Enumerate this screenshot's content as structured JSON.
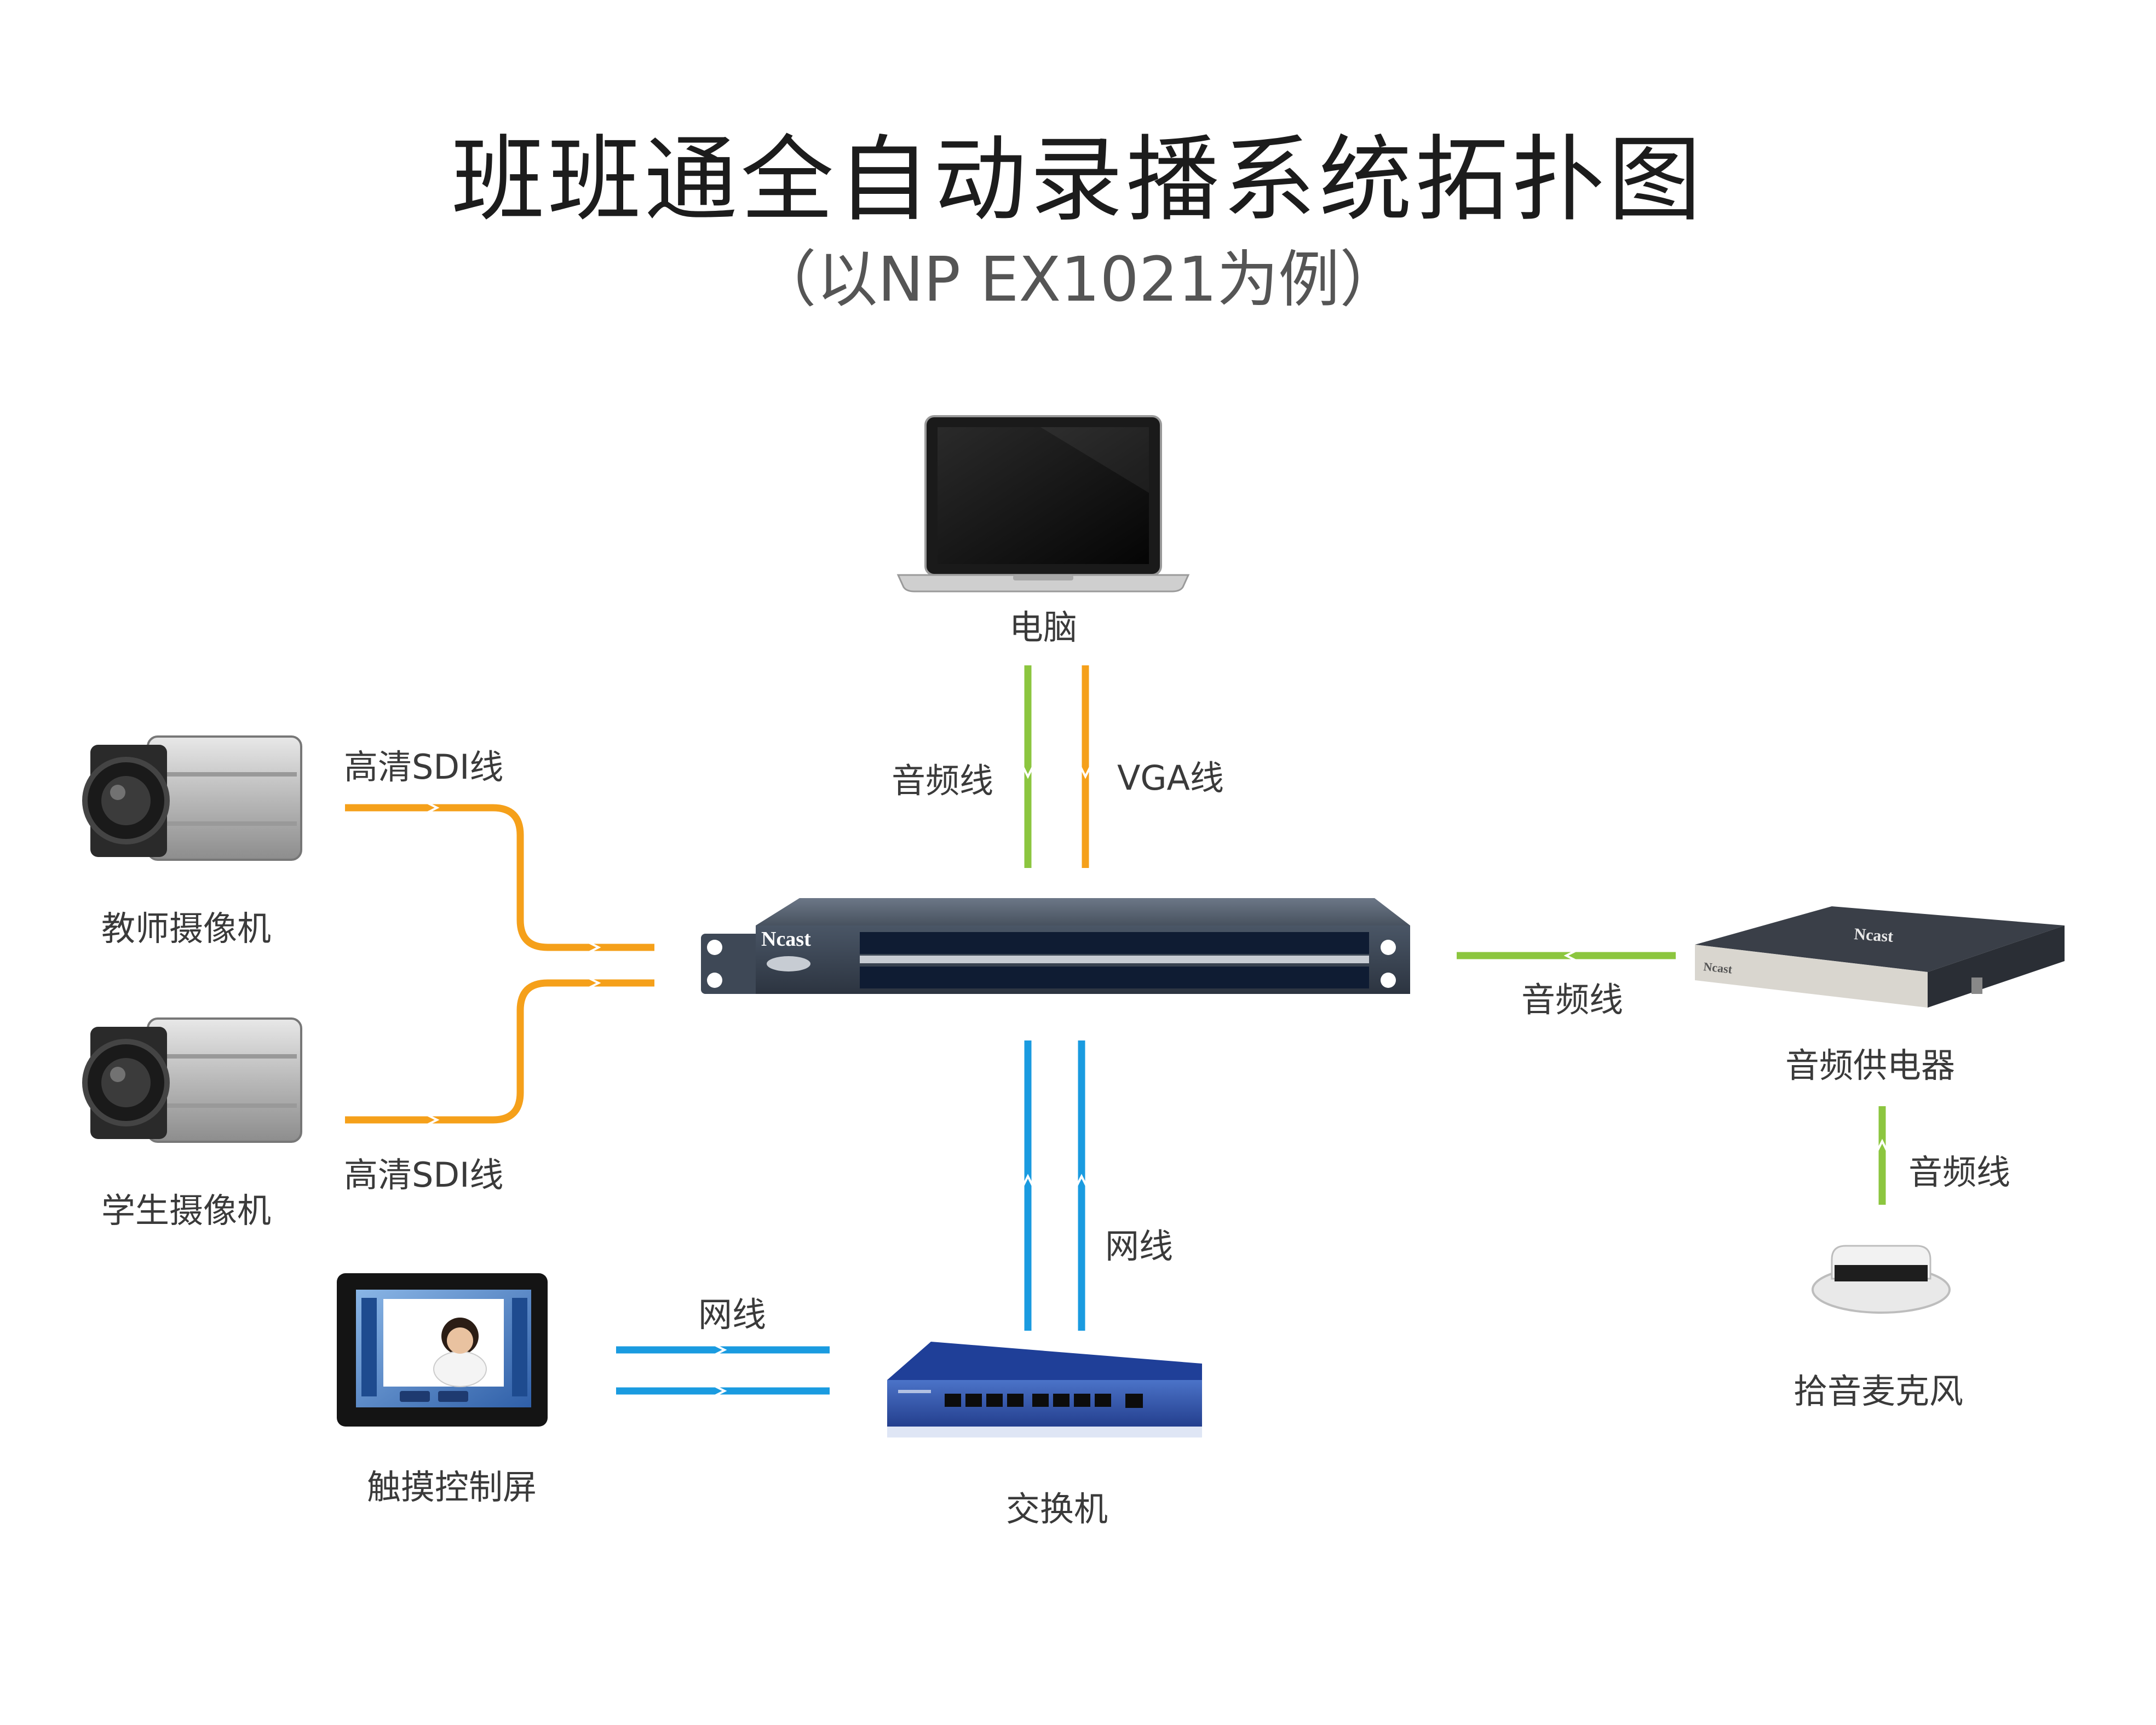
{
  "title": "班班通全自动录播系统拓扑图",
  "subtitle": "（以NP EX1021为例）",
  "brand": "Ncast",
  "colors": {
    "hdmi_sdi": "#f5a01a",
    "audio": "#8cc63f",
    "vga": "#f5a01a",
    "network": "#1a9be0",
    "text": "#333333"
  },
  "devices": {
    "laptop": {
      "label": "电脑",
      "icon": "laptop-icon"
    },
    "teacher_camera": {
      "label": "教师摄像机",
      "icon": "camera-icon"
    },
    "student_camera": {
      "label": "学生摄像机",
      "icon": "camera-icon"
    },
    "recorder": {
      "icon": "rack-recorder-icon",
      "brand": "Ncast"
    },
    "audio_power": {
      "label": "音频供电器",
      "icon": "audio-power-icon",
      "brand": "Ncast"
    },
    "microphone": {
      "label": "拾音麦克风",
      "icon": "microphone-icon"
    },
    "touch_panel": {
      "label": "触摸控制屏",
      "icon": "touch-panel-icon"
    },
    "switch": {
      "label": "交换机",
      "icon": "network-switch-icon"
    }
  },
  "connections": {
    "teacher_sdi": "高清SDI线",
    "student_sdi": "高清SDI线",
    "laptop_audio": "音频线",
    "laptop_vga": "VGA线",
    "power_audio": "音频线",
    "mic_audio": "音频线",
    "switch_net": "网线",
    "panel_net": "网线"
  }
}
